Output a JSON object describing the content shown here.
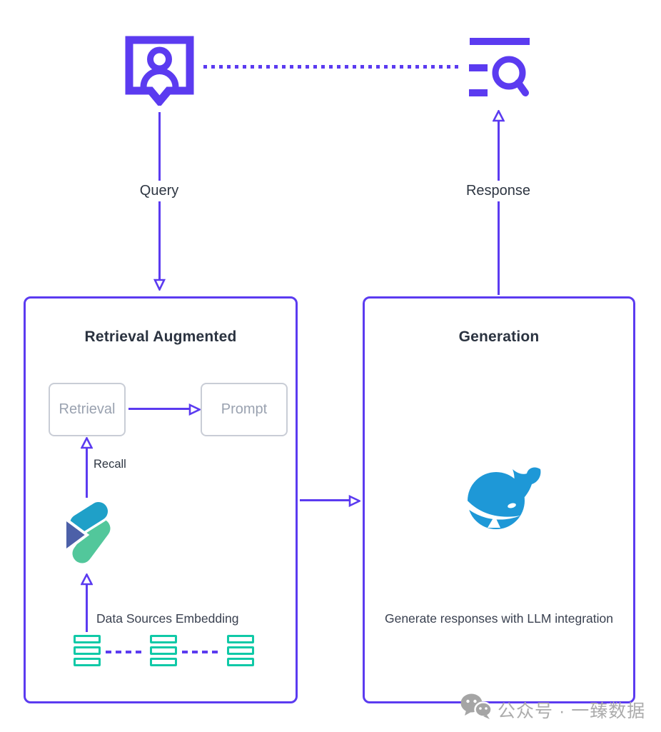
{
  "top": {
    "user_icon": "user-speech-bubble-icon",
    "search_icon": "search-results-icon",
    "query_label": "Query",
    "response_label": "Response"
  },
  "retrieval": {
    "title": "Retrieval Augmented",
    "retrieval_label": "Retrieval",
    "prompt_label": "Prompt",
    "recall_label": "Recall",
    "logo_icon": "vector-data-logo",
    "embedding_label": "Data Sources Embedding",
    "data_source_stacks": 3,
    "stack_icon": "database-stack-icon"
  },
  "generation": {
    "title": "Generation",
    "logo_icon": "deepseek-whale-icon",
    "caption": "Generate responses with LLM integration"
  },
  "watermark": {
    "icon": "wechat-icon",
    "text": "公众号 · 一臻数据"
  },
  "colors": {
    "accent_purple": "#5B3BF0",
    "stack_teal": "#10C9A7",
    "whale_blue": "#1E98D7",
    "logo_teal": "#1FA0C8",
    "logo_indigo": "#4C60A8",
    "logo_green": "#52C79B",
    "node_border_gray": "#C9CDD6",
    "node_text_gray": "#9AA2B0",
    "text_dark": "#2E3642",
    "watermark_gray": "#ACACAC"
  }
}
